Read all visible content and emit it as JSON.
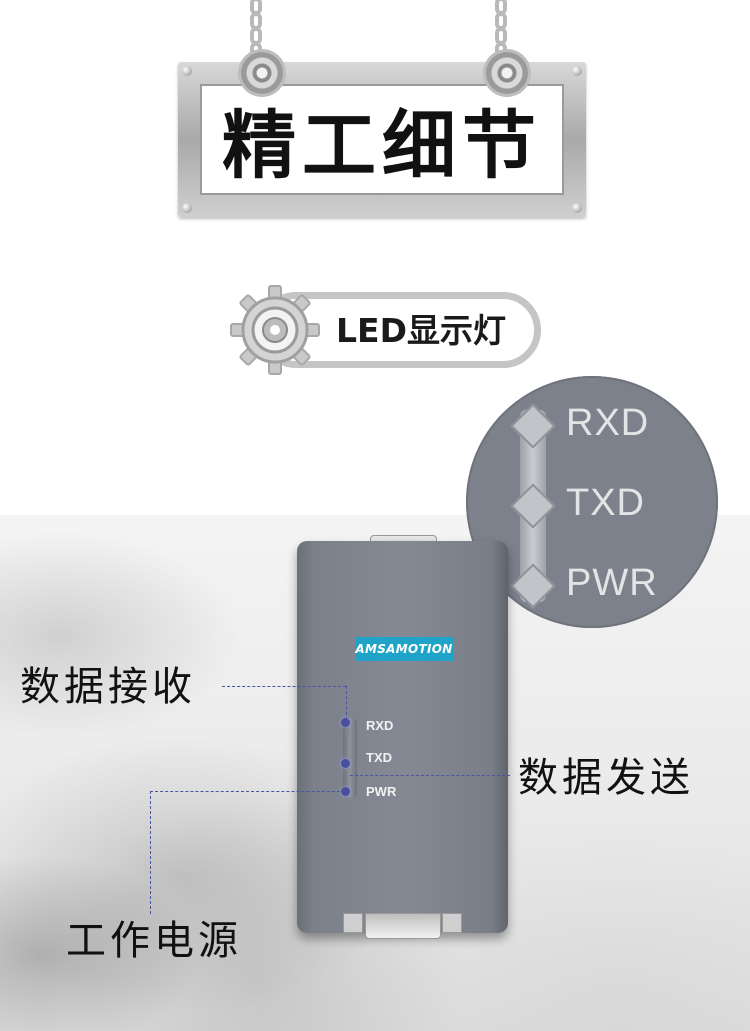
{
  "header": {
    "title": "精工细节"
  },
  "section": {
    "label": "LED显示灯"
  },
  "device": {
    "brand": "AMSAMOTION",
    "leds": [
      {
        "label": "RXD"
      },
      {
        "label": "TXD"
      },
      {
        "label": "PWR"
      }
    ]
  },
  "zoom": {
    "labels": [
      "RXD",
      "TXD",
      "PWR"
    ]
  },
  "callouts": {
    "receive": "数据接收",
    "send": "数据发送",
    "power": "工作电源"
  },
  "colors": {
    "brand_badge": "#1fa3c7",
    "led": "#4a4f9c",
    "device_body": "#7c808a",
    "callout_line": "#4a55a2"
  },
  "icons": [
    "chain-icon",
    "gear-icon"
  ]
}
